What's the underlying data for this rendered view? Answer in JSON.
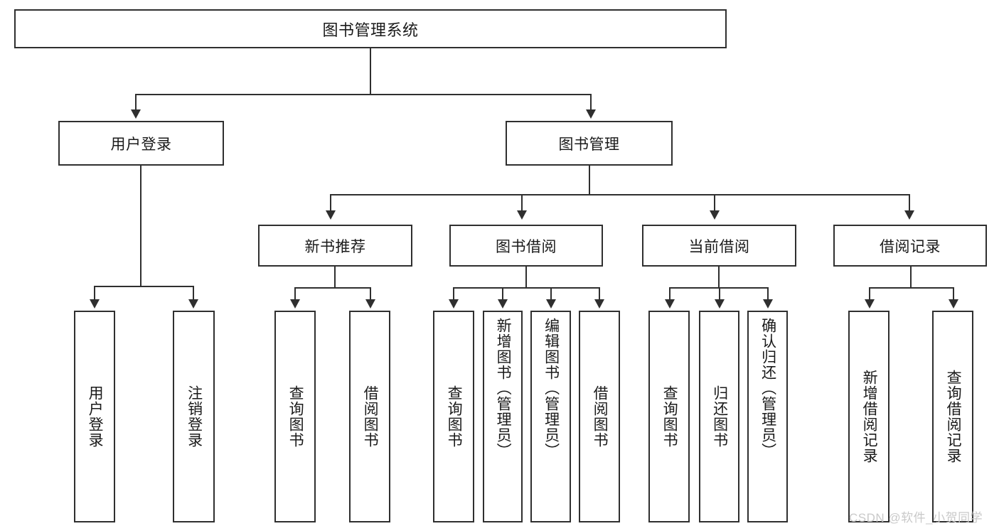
{
  "diagram": {
    "type": "tree",
    "title": "图书管理系统",
    "watermark": "CSDN @软件_小贺同学",
    "colors": {
      "stroke": "#2f2f2f",
      "fill": "#ffffff",
      "text": "#1a1a1a",
      "watermark": "#c9c9c9"
    },
    "levels": {
      "root": {
        "label": "图书管理系统"
      },
      "level1": [
        {
          "label": "用户登录"
        },
        {
          "label": "图书管理"
        }
      ],
      "level2": [
        {
          "label": "新书推荐"
        },
        {
          "label": "图书借阅"
        },
        {
          "label": "当前借阅"
        },
        {
          "label": "借阅记录"
        }
      ],
      "leaves_user_login": [
        {
          "label": "用户登录"
        },
        {
          "label": "注销登录"
        }
      ],
      "leaves_new_book": [
        {
          "label": "查询图书"
        },
        {
          "label": "借阅图书"
        }
      ],
      "leaves_borrow": [
        {
          "label": "查询图书"
        },
        {
          "label": "新增图书（管理员）"
        },
        {
          "label": "编辑图书（管理员）"
        },
        {
          "label": "借阅图书"
        }
      ],
      "leaves_current": [
        {
          "label": "查询图书"
        },
        {
          "label": "归还图书"
        },
        {
          "label": "确认归还（管理员）"
        }
      ],
      "leaves_records": [
        {
          "label": "新增借阅记录"
        },
        {
          "label": "查询借阅记录"
        }
      ]
    }
  }
}
